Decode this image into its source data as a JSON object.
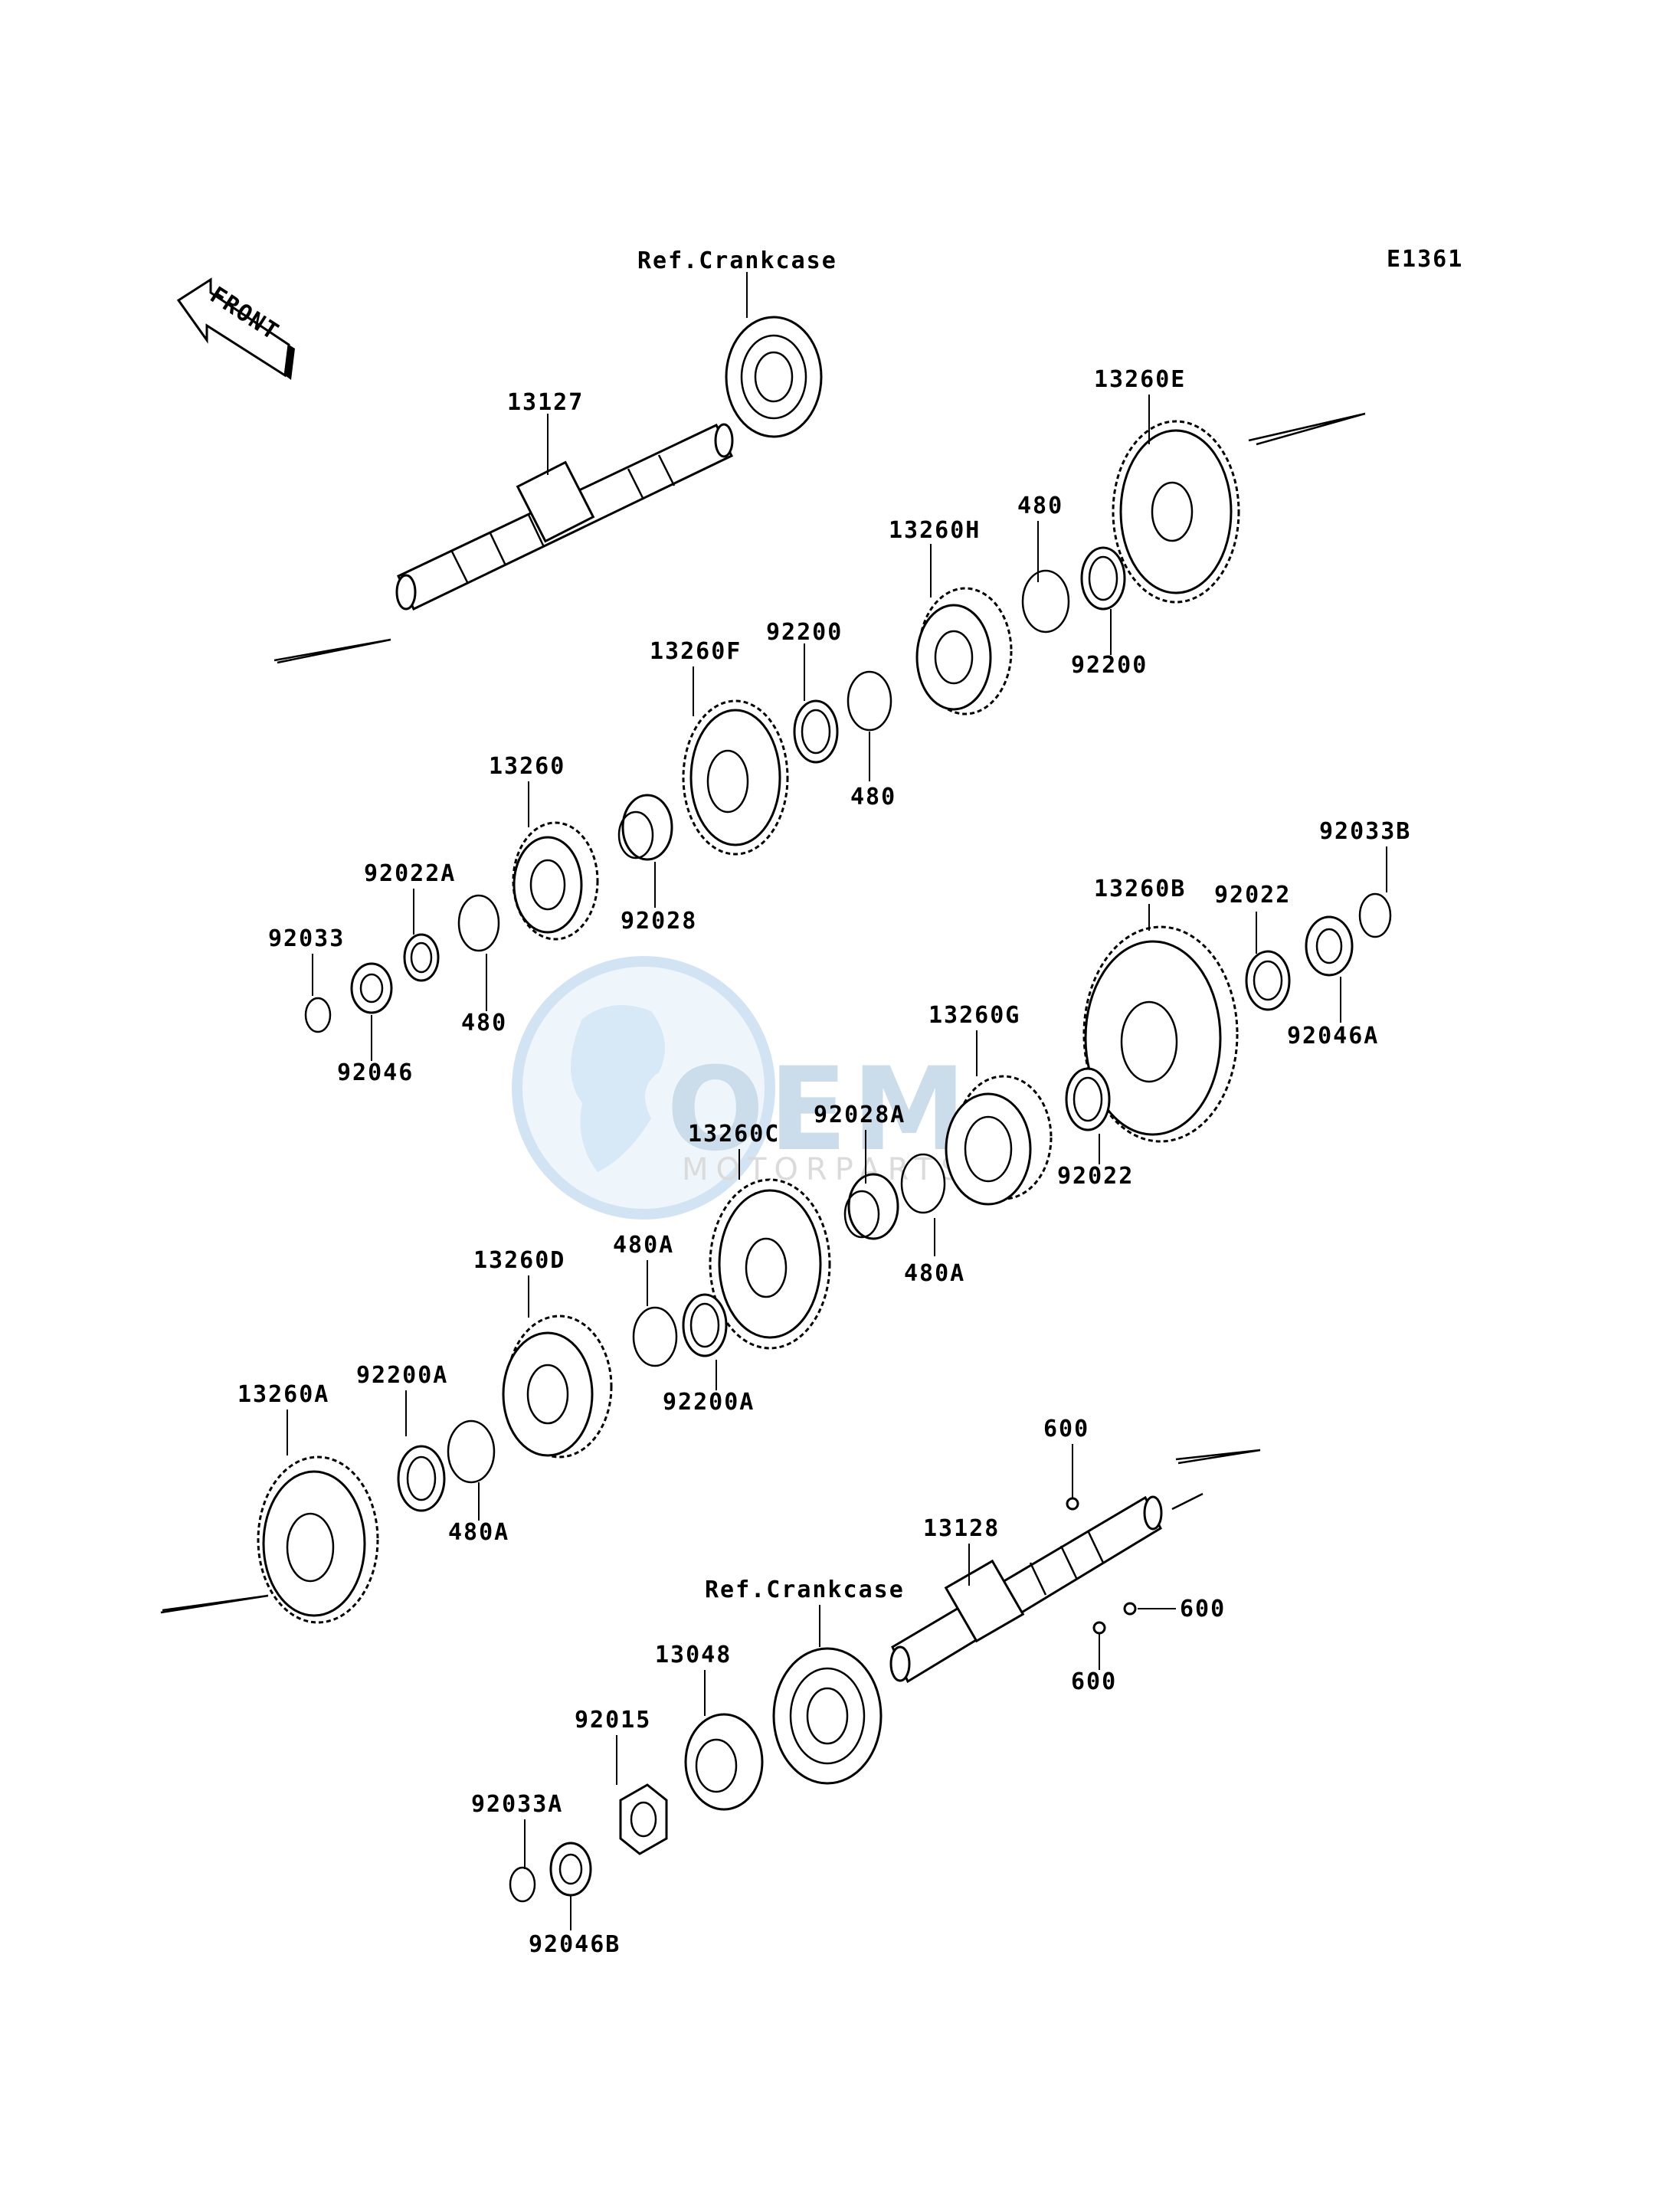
{
  "diagram_code": "E1361",
  "front_label": "FRONT",
  "watermark": {
    "brand": "OEM",
    "tagline": "MOTORPARTS"
  },
  "labels": {
    "ref_crankcase_top": "Ref.Crankcase",
    "p13127": "13127",
    "p13260E": "13260E",
    "p480_a": "480",
    "p13260H": "13260H",
    "p92200_a": "92200",
    "p92200_b": "92200",
    "p13260F": "13260F",
    "p480_b": "480",
    "p13260": "13260",
    "p92028": "92028",
    "p92022A": "92022A",
    "p480_c": "480",
    "p92033": "92033",
    "p92046": "92046",
    "p92033B": "92033B",
    "p13260B": "13260B",
    "p92022_a": "92022",
    "p92046A": "92046A",
    "p13260G": "13260G",
    "p92022_b": "92022",
    "p92028A": "92028A",
    "p13260C": "13260C",
    "p480A_a": "480A",
    "p480A_b": "480A",
    "p13260D": "13260D",
    "p92200A_a": "92200A",
    "p92200A_b": "92200A",
    "p13260A": "13260A",
    "p480A_c": "480A",
    "p600_a": "600",
    "p13128": "13128",
    "p600_b": "600",
    "p600_c": "600",
    "ref_crankcase_bottom": "Ref.Crankcase",
    "p13048": "13048",
    "p92015": "92015",
    "p92033A": "92033A",
    "p92046B": "92046B"
  }
}
